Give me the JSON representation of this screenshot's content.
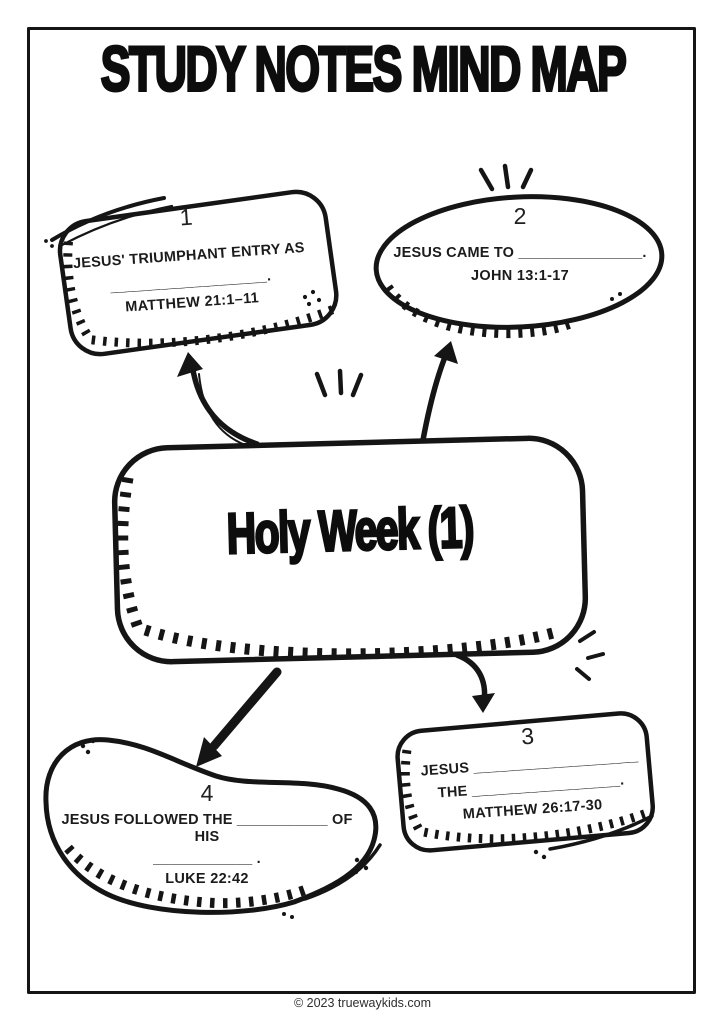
{
  "page": {
    "title": "STUDY NOTES MIND MAP",
    "footer": "© 2023 truewaykids.com",
    "ink_color": "#151515",
    "paper_color": "#ffffff"
  },
  "center_bubble": {
    "label": "Holy Week (1)"
  },
  "bubbles": [
    {
      "number": "1",
      "line1": "JESUS' TRIUMPHANT ENTRY AS",
      "blank": "___________________.",
      "reference": "MATTHEW 21:1–11"
    },
    {
      "number": "2",
      "line1": "JESUS CAME TO _______________.",
      "reference": "JOHN 13:1-17"
    },
    {
      "number": "3",
      "line1": "JESUS ____________________",
      "line2": "THE __________________.",
      "reference": "MATTHEW 26:17-30"
    },
    {
      "number": "4",
      "line1": "JESUS FOLLOWED THE ___________ OF HIS",
      "line2": "____________ .",
      "reference": "LUKE 22:42"
    }
  ]
}
